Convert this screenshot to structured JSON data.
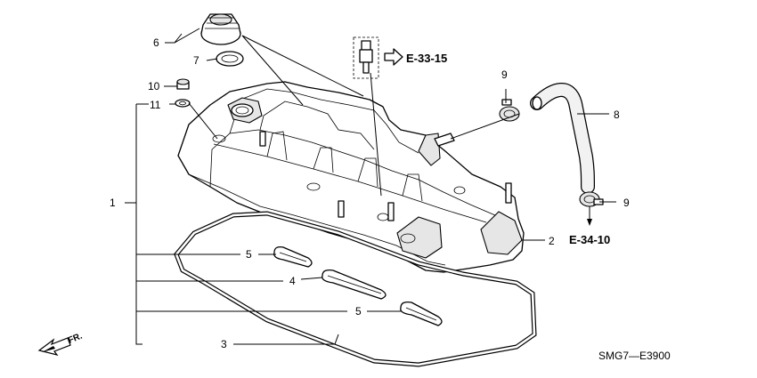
{
  "diagram": {
    "callouts": {
      "p1": "1",
      "p2": "2",
      "p3": "3",
      "p4": "4",
      "p5a": "5",
      "p5b": "5",
      "p6": "6",
      "p7": "7",
      "p8": "8",
      "p9a": "9",
      "p9b": "9",
      "p10": "10",
      "p11": "11"
    },
    "references": {
      "e3315": "E-33-15",
      "e3410": "E-34-10"
    },
    "front_label": "FR.",
    "drawing_code": "SMG7—E3900"
  }
}
